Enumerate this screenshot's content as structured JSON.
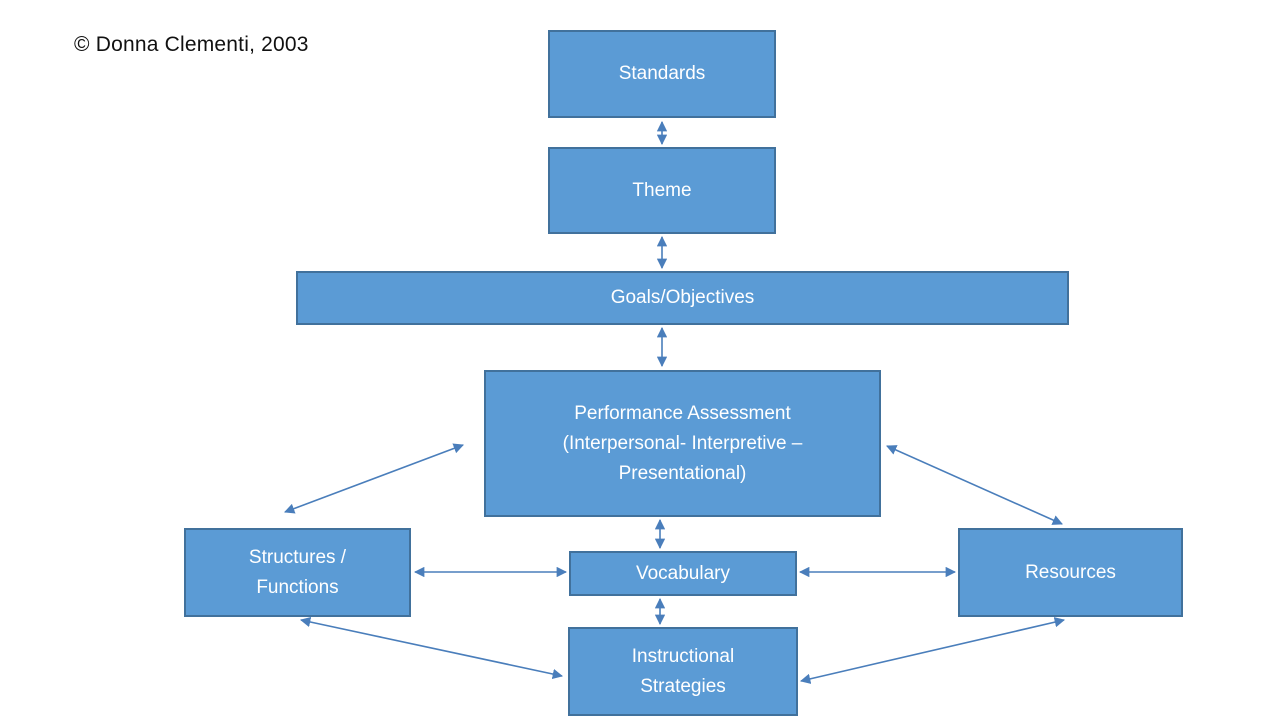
{
  "copyright": "© Donna Clementi, 2003",
  "colors": {
    "box_fill": "#5b9bd5",
    "box_border": "#41719c",
    "arrow": "#4a7ebb",
    "box_text": "#ffffff",
    "copyright_text": "#111111",
    "background": "#ffffff"
  },
  "nodes": {
    "standards": {
      "label": "Standards"
    },
    "theme": {
      "label": "Theme"
    },
    "goals": {
      "label": "Goals/Objectives"
    },
    "performance": {
      "label": "Performance Assessment\n(Interpersonal- Interpretive –\nPresentational)"
    },
    "structures": {
      "label": "Structures /\nFunctions"
    },
    "vocabulary": {
      "label": "Vocabulary"
    },
    "resources": {
      "label": "Resources"
    },
    "instructional": {
      "label": "Instructional\nStrategies"
    }
  },
  "edges": [
    {
      "from": "Standards",
      "to": "Theme",
      "bidirectional": true
    },
    {
      "from": "Theme",
      "to": "Goals/Objectives",
      "bidirectional": true
    },
    {
      "from": "Goals/Objectives",
      "to": "Performance Assessment (Interpersonal- Interpretive – Presentational)",
      "bidirectional": true
    },
    {
      "from": "Performance Assessment (Interpersonal- Interpretive – Presentational)",
      "to": "Vocabulary",
      "bidirectional": true
    },
    {
      "from": "Performance Assessment (Interpersonal- Interpretive – Presentational)",
      "to": "Structures / Functions",
      "bidirectional": true
    },
    {
      "from": "Performance Assessment (Interpersonal- Interpretive – Presentational)",
      "to": "Resources",
      "bidirectional": true
    },
    {
      "from": "Structures / Functions",
      "to": "Vocabulary",
      "bidirectional": true
    },
    {
      "from": "Vocabulary",
      "to": "Resources",
      "bidirectional": true
    },
    {
      "from": "Vocabulary",
      "to": "Instructional Strategies",
      "bidirectional": true
    },
    {
      "from": "Structures / Functions",
      "to": "Instructional Strategies",
      "bidirectional": true
    },
    {
      "from": "Resources",
      "to": "Instructional Strategies",
      "bidirectional": true
    }
  ]
}
